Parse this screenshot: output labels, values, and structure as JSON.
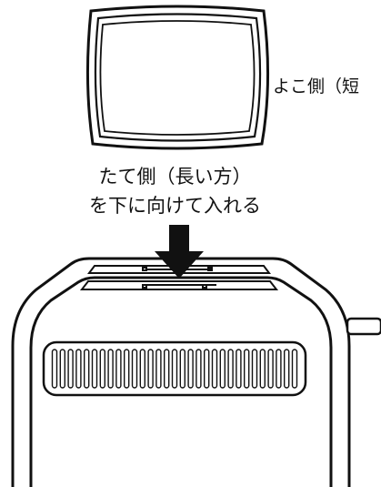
{
  "labels": {
    "short_side": "よこ側（短",
    "long_side_line1": "たて側（長い方）",
    "long_side_line2": "を下に向けて入れる"
  },
  "colors": {
    "ink": "#111111",
    "background": "#ffffff"
  }
}
